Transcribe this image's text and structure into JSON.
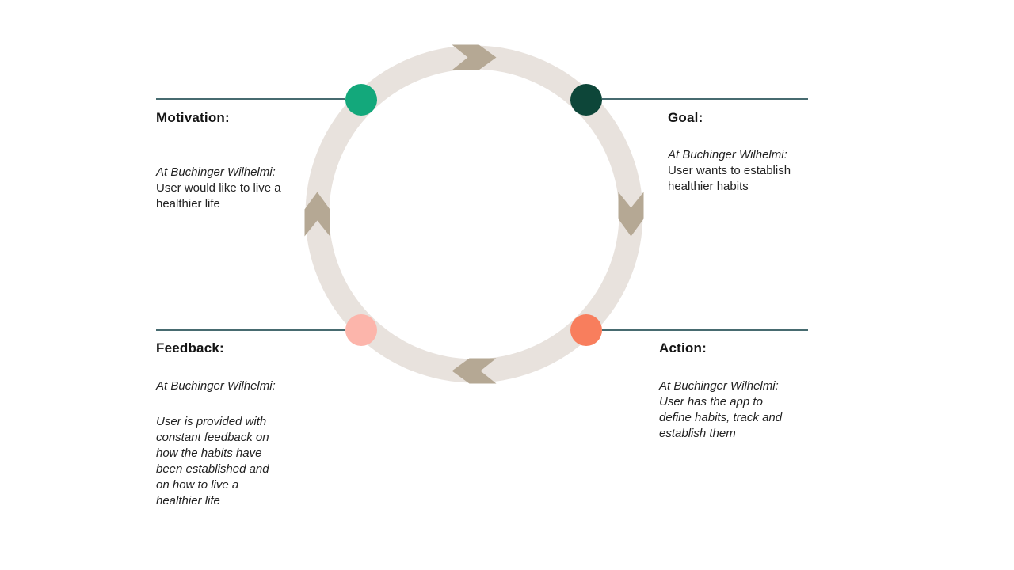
{
  "colors": {
    "ring": "#e8e2dd",
    "arrow": "#b5a894",
    "divider": "#2d565c",
    "motivation_dot": "#13a87b",
    "goal_dot": "#0d4639",
    "feedback_dot": "#fcb5ab",
    "action_dot": "#f87e5d"
  },
  "sections": {
    "motivation": {
      "label": "Motivation:",
      "context": "At Buchinger Wilhelmi:",
      "description": "User would like to live a\nhealthier life"
    },
    "goal": {
      "label": "Goal:",
      "context": "At Buchinger Wilhelmi:",
      "description": "User wants to establish\nhealthier habits"
    },
    "feedback": {
      "label": "Feedback:",
      "context": "At Buchinger Wilhelmi:",
      "description": "User is provided with\nconstant feedback on\nhow the habits have\nbeen established and\non how to live a\nhealthier life"
    },
    "action": {
      "label": "Action:",
      "context": "At Buchinger Wilhelmi:",
      "description": "User has the app to\ndefine habits, track and\nestablish them"
    }
  }
}
